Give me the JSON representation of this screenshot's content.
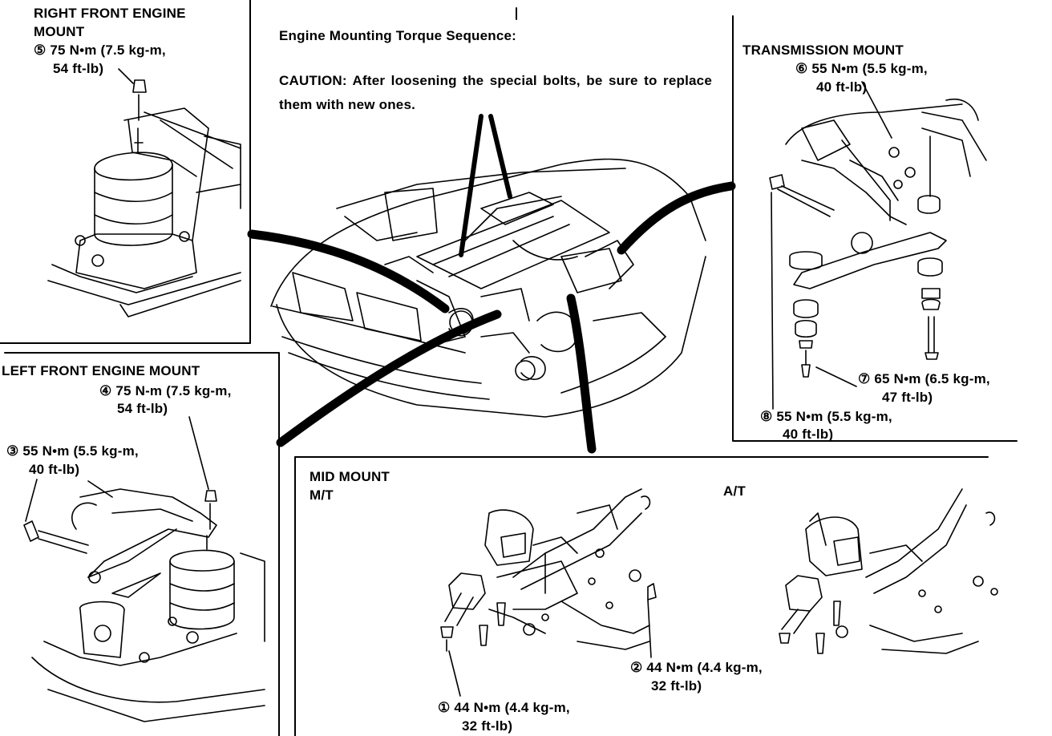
{
  "center": {
    "title": "Engine Mounting Torque Sequence:",
    "caution": "CAUTION: After loosening the special bolts, be sure to replace them with new ones."
  },
  "right_front": {
    "title_line1": "RIGHT FRONT ENGINE",
    "title_line2": "MOUNT",
    "torque_line1": "⑤ 75 N•m (7.5 kg-m,",
    "torque_line2": "54 ft-lb)"
  },
  "left_front": {
    "title": "LEFT FRONT ENGINE MOUNT",
    "t4_line1": "④ 75 N-m (7.5 kg-m,",
    "t4_line2": "54 ft-lb)",
    "t3_line1": "③ 55 N•m (5.5 kg-m,",
    "t3_line2": "40 ft-lb)"
  },
  "transmission": {
    "title": "TRANSMISSION MOUNT",
    "t6_line1": "⑥ 55 N•m (5.5 kg-m,",
    "t6_line2": "40 ft-lb)",
    "t7_line1": "⑦ 65 N•m (6.5 kg-m,",
    "t7_line2": "47 ft-lb)",
    "t8_line1": "⑧ 55 N•m (5.5 kg-m,",
    "t8_line2": "40 ft-lb)"
  },
  "mid_mount": {
    "title": "MID MOUNT",
    "mt": "M/T",
    "at": "A/T",
    "t1_line1": "① 44 N•m (4.4 kg-m,",
    "t1_line2": "32 ft-lb)",
    "t2_line1": "② 44 N•m (4.4 kg-m,",
    "t2_line2": "32 ft-lb)"
  }
}
